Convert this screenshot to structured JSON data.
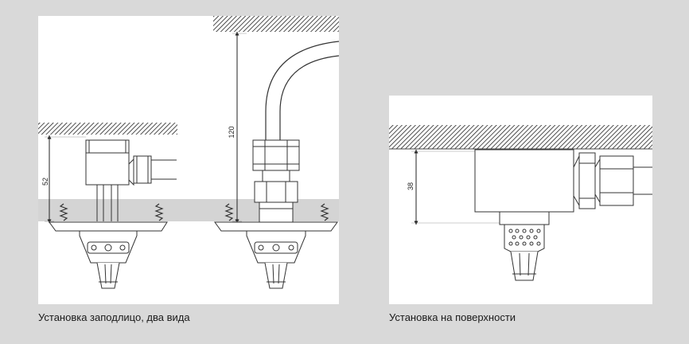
{
  "captions": {
    "flush": "Установка заподлицо, два вида",
    "surface": "Установка на поверхности"
  },
  "dimensions": {
    "flush_left": "52",
    "flush_right": "120",
    "surface": "38"
  },
  "colors": {
    "background": "#d9d9d9",
    "panel": "#ffffff",
    "line": "#333333",
    "ceiling_band": "#d4d4d4"
  }
}
